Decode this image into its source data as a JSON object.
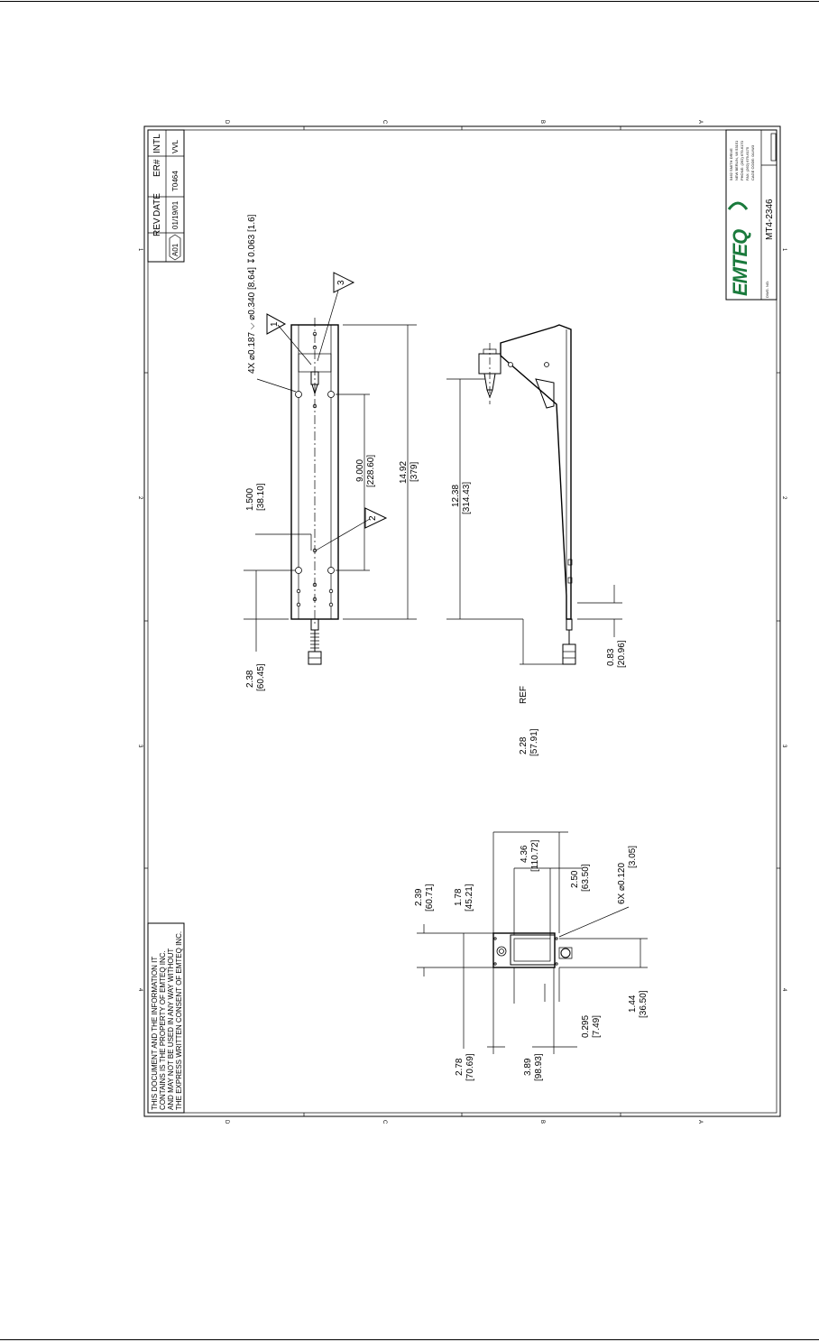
{
  "notice": [
    "THIS DOCUMENT AND THE INFORMATION IT",
    "CONTAINS IS THE PROPERTY OF EMTEQ INC.",
    "AND MAY NOT BE USED IN ANY WAY WITHOUT",
    "THE EXPRESS WRITTEN CONSENT OF EMTEQ INC."
  ],
  "revision_table": {
    "headers": [
      "REV",
      "DATE",
      "ER#",
      "INTL"
    ],
    "row": [
      "A01",
      "01/19/01",
      "T0464",
      "VVL"
    ]
  },
  "title_block": {
    "logo": "EMTEQ",
    "dwg_no_label": "DWG. NO.",
    "dwg_no": "MT4-2346",
    "company_info": [
      "5462 SMITH DRIVE",
      "NEW BERLIN, WI 53151",
      "PHONE: (262) 679-6170",
      "FAX: (262) 679-6175",
      "CAGE CODE: 0LVW3"
    ]
  },
  "border": {
    "zones_letters": [
      "D",
      "C",
      "B",
      "A"
    ],
    "zones_numbers": [
      "4",
      "3",
      "2",
      "1"
    ]
  },
  "callouts": {
    "hole_note": "4X ⌀0.187 ⌵ ⌀0.340 [8.64] ↧0.063 [1.6]",
    "end_hole_note": "6X ⌀0.120",
    "end_hole_note_metric": "[3.05]",
    "ref": "REF",
    "flags": [
      "1",
      "2",
      "3"
    ]
  },
  "dimensions": {
    "top_view": [
      {
        "value": "1.500",
        "metric": "[38.10]"
      },
      {
        "value": "9.000",
        "metric": "[228.60]"
      },
      {
        "value": "14.92",
        "metric": "[379]"
      },
      {
        "value": "2.38",
        "metric": "[60.45]"
      }
    ],
    "side_view": [
      {
        "value": "12.38",
        "metric": "[314.43]"
      },
      {
        "value": "2.28",
        "metric": "[57.91]"
      },
      {
        "value": "0.83",
        "metric": "[20.96]"
      }
    ],
    "end_view": [
      {
        "value": "2.39",
        "metric": "[60.71]"
      },
      {
        "value": "1.78",
        "metric": "[45.21]"
      },
      {
        "value": "4.36",
        "metric": "[110.72]"
      },
      {
        "value": "2.50",
        "metric": "[63.50]"
      },
      {
        "value": "2.78",
        "metric": "[70.69]"
      },
      {
        "value": "3.89",
        "metric": "[98.93]"
      },
      {
        "value": "0.295",
        "metric": "[7.49]"
      },
      {
        "value": "1.44",
        "metric": "[36.50]"
      }
    ]
  }
}
